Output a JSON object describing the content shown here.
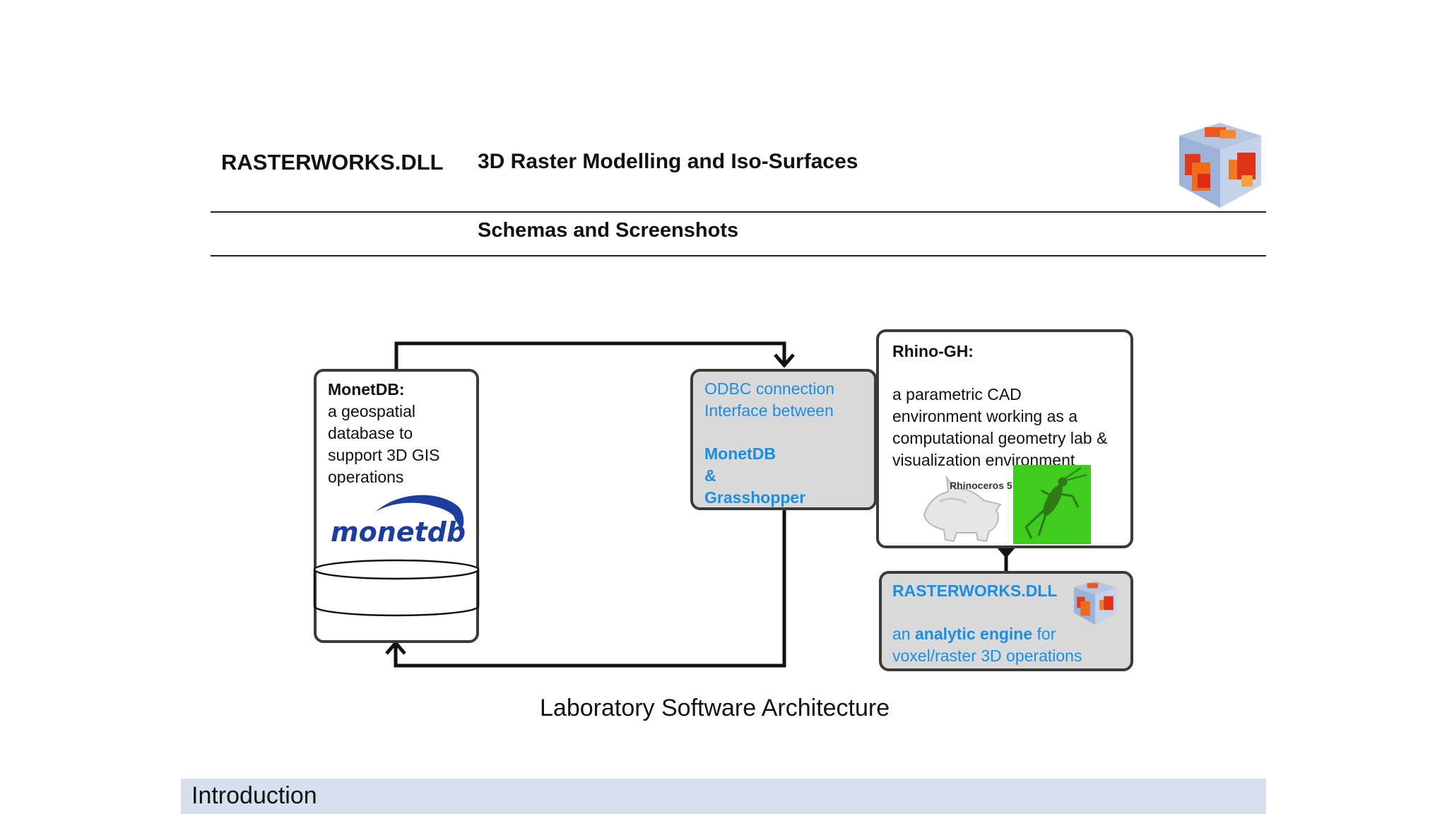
{
  "header": {
    "product": "RASTERWORKS.DLL",
    "subtitle": "3D Raster Modelling and Iso-Surfaces",
    "section": "Schemas and Screenshots"
  },
  "diagram": {
    "monetdb": {
      "title": "MonetDB:",
      "lines": [
        "a geospatial",
        "database to",
        "support 3D GIS",
        "operations"
      ],
      "logo_text": "monetdb"
    },
    "odbc": {
      "lines": [
        "ODBC connection",
        "Interface between"
      ],
      "bold_lines": [
        "MonetDB",
        "&",
        "Grasshopper"
      ]
    },
    "rhino": {
      "title": "Rhino-GH:",
      "lines": [
        "a parametric CAD",
        "environment working as a",
        "computational geometry lab &",
        "visualization environment"
      ],
      "rhino_logo_text": "Rhinoceros 5"
    },
    "rasterworks": {
      "title": "RASTERWORKS.DLL",
      "prefix": "an",
      "bold": "analytic engine",
      "suffix": "for",
      "line2": "voxel/raster 3D operations"
    },
    "caption": "Laboratory Software Architecture"
  },
  "footer": {
    "label": "Introduction"
  },
  "colors": {
    "accent_blue": "#1a8fe0",
    "box_gray": "#d9d9d9",
    "footer_band": "#d6e0ef",
    "grasshopper_green": "#3fcc1f",
    "monetdb_blue": "#1d3e9e"
  },
  "icons": [
    "voxel-cube-logo",
    "monetdb-logo",
    "rhino-logo",
    "grasshopper-logo"
  ]
}
